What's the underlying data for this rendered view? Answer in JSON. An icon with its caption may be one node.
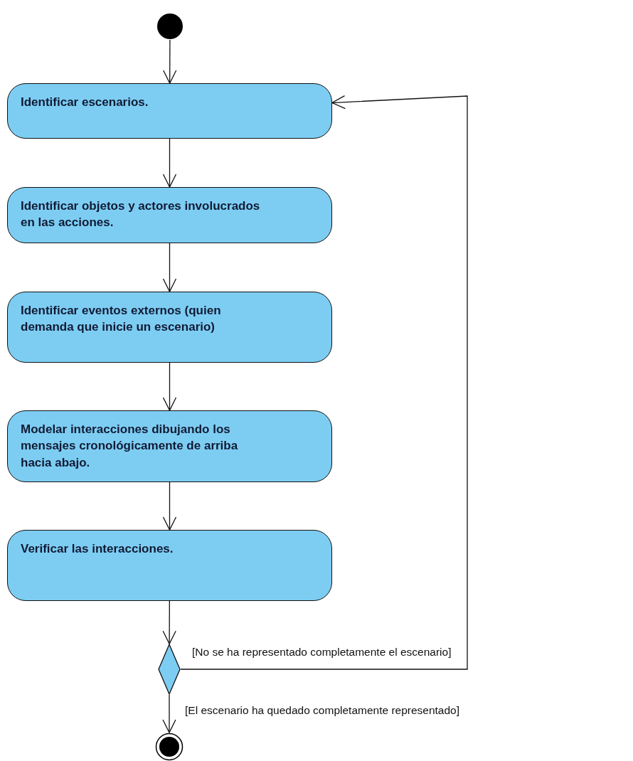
{
  "diagram": {
    "nodes": [
      {
        "text": [],
        "shape": "circle"
      },
      {
        "text": [
          "Identificar escenarios."
        ]
      },
      {
        "text": [
          "Identificar objetos y actores involucrados en las acciones."
        ]
      },
      {
        "text": [
          "Identificar eventos externos (quien demanda que inicie un escenario)"
        ]
      },
      {
        "text": [
          "Modelar interacciones dibujando los mensajes cronológicamente de arriba hacia abajo."
        ]
      },
      {
        "text": [
          "Verificar las interacciones."
        ]
      },
      {
        "text": [],
        "shape": "diamond"
      },
      {
        "text": [],
        "shape": "bullseye"
      }
    ],
    "edges": [
      {
        "from": 0,
        "to": 1,
        "arrow": "to"
      },
      {
        "from": 1,
        "to": 2,
        "arrow": "to"
      },
      {
        "from": 2,
        "to": 3,
        "arrow": "to"
      },
      {
        "from": 3,
        "to": 4,
        "arrow": "to"
      },
      {
        "from": 4,
        "to": 5,
        "arrow": "to"
      },
      {
        "from": 5,
        "to": 6,
        "arrow": "to"
      },
      {
        "from": 6,
        "to": 1,
        "arrow": "to",
        "label": "[No se ha representado completamente el escenario]"
      },
      {
        "from": 6,
        "to": 7,
        "arrow": "to",
        "label": "[El escenario ha quedado completamente representado]"
      }
    ]
  }
}
